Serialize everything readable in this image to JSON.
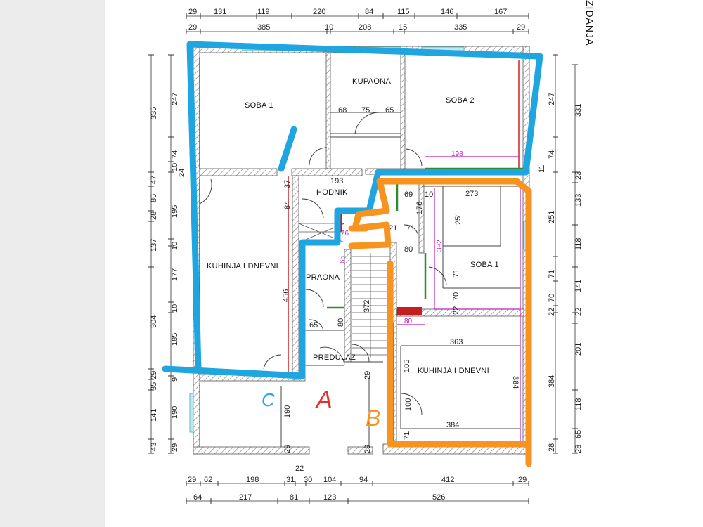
{
  "side_title": "ZIDANJA",
  "rooms": {
    "soba1_top": "SOBA 1",
    "kupaona": "KUPAONA",
    "soba2": "SOBA 2",
    "hodnik": "HODNIK",
    "kuhinja_left": "KUHINJA I DNEVNI",
    "praona": "PRAONA",
    "predulaz": "PREDULAZ",
    "soba1_right": "SOBA 1",
    "kuhinja_right": "KUHINJA I DNEVNI"
  },
  "dims": {
    "top_row1": [
      "29",
      "131",
      "119",
      "220",
      "84",
      "115",
      "146",
      "167"
    ],
    "top_row2": [
      "29",
      "385",
      "10",
      "208",
      "15",
      "335",
      "29"
    ],
    "bottom_row1": [
      "22"
    ],
    "bottom_row2": [
      "29",
      "62",
      "198",
      "31",
      "30",
      "104",
      "94",
      "412",
      "29"
    ],
    "bottom_row3": [
      "64",
      "217",
      "81",
      "123",
      "526"
    ],
    "left_outer": [
      "335",
      "47",
      "85",
      "28",
      "137",
      "304",
      "29",
      "35",
      "141",
      "43"
    ],
    "left_inner": [
      "247",
      "74",
      "10",
      "24",
      "195",
      "10",
      "177",
      "10",
      "185",
      "9",
      "190",
      "29"
    ],
    "right_inner": [
      "247",
      "74",
      "11",
      "251",
      "71",
      "70",
      "22",
      "384",
      "28"
    ],
    "right_outer": [
      "331",
      "23",
      "133",
      "118",
      "141",
      "22",
      "201",
      "118",
      "65",
      "28"
    ],
    "interior": [
      "68",
      "75",
      "65",
      "193",
      "37",
      "84",
      "456",
      "65",
      "80",
      "372",
      "80",
      "69",
      "10",
      "273",
      "176",
      "251",
      "21",
      "71",
      "71",
      "70",
      "22",
      "363",
      "105",
      "384",
      "100",
      "384",
      "71",
      "190",
      "29",
      "29",
      "29"
    ],
    "pink": [
      "198",
      "26",
      "65",
      "392",
      "80"
    ]
  },
  "annotations": {
    "blue": "C",
    "red": "A",
    "orange": "B"
  },
  "colors": {
    "wall_hatch": "#8a8a8a",
    "blue_marker": "#1fa6e0",
    "orange_marker": "#f7931e",
    "red_marker": "#e8302a",
    "magenta_line": "#c41fc4",
    "green_line": "#2e8b2e",
    "red_line": "#d42020"
  }
}
